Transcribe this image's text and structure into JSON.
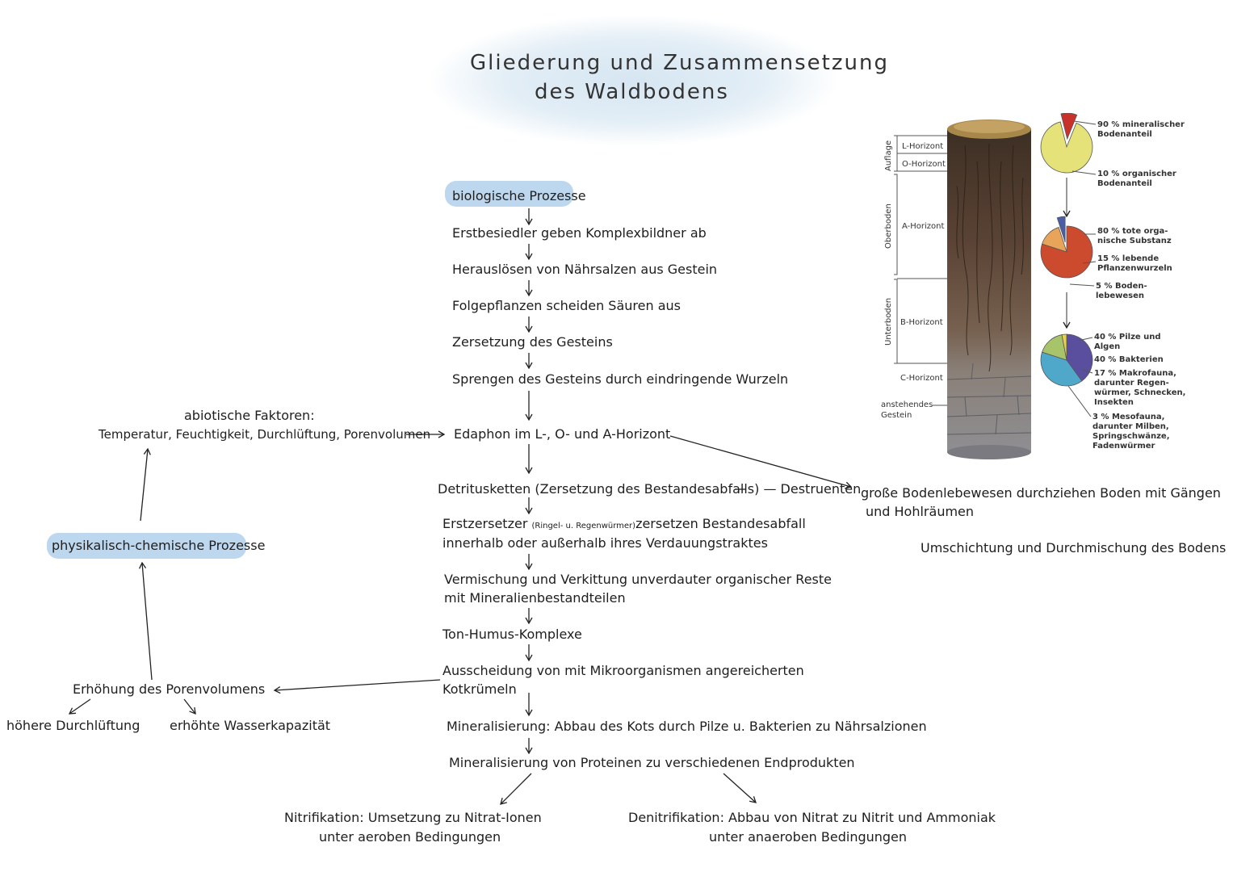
{
  "title": {
    "line1": "Gliederung und Zusammensetzung",
    "line2": "des Waldbodens"
  },
  "center": {
    "biologische": "biologische Prozesse",
    "steps": [
      "Erstbesiedler geben Komplexbildner ab",
      "Herauslösen von Nährsalzen aus Gestein",
      "Folgepflanzen scheiden Säuren aus",
      "Zersetzung des Gesteins",
      "Sprengen des Gesteins durch eindringende Wurzeln"
    ],
    "edaphon": "Edaphon im L-, O- und A-Horizont",
    "detritus": "Detritusketten (Zersetzung des Bestandesabfalls) — Destruenten",
    "erstzersetzer1_a": "Erstzersetzer",
    "erstzersetzer1_small": "(Ringel- u. Regenwürmer)",
    "erstzersetzer1_b": "zersetzen Bestandesabfall",
    "erstzersetzer2": "innerhalb oder außerhalb ihres Verdauungstraktes",
    "vermischung1": "Vermischung und Verkittung unverdauter organischer Reste",
    "vermischung2": "mit Mineralienbestandteilen",
    "tonhumus": "Ton-Humus-Komplexe",
    "ausscheidung1": "Ausscheidung von mit Mikroorganismen angereicherten",
    "ausscheidung2": "Kotkrümeln",
    "mineral1": "Mineralisierung: Abbau des Kots durch Pilze u. Bakterien zu Nährsalzionen",
    "mineral2": "Mineralisierung von Proteinen zu verschiedenen Endprodukten",
    "nitri1": "Nitrifikation: Umsetzung zu Nitrat-Ionen",
    "nitri2": "unter aeroben Bedingungen",
    "denitri1": "Denitrifikation: Abbau von Nitrat zu Nitrit und Ammoniak",
    "denitri2": "unter anaeroben Bedingungen"
  },
  "left": {
    "abiotisch": "abiotische Faktoren:",
    "abiotisch_list": "Temperatur, Feuchtigkeit, Durchlüftung, Porenvolumen",
    "physikalisch": "physikalisch-chemische Prozesse",
    "erhoehung": "Erhöhung des Porenvolumens",
    "durchlueftung": "höhere Durchlüftung",
    "wasser": "erhöhte Wasserkapazität"
  },
  "right": {
    "gross1": "große Bodenlebewesen durchziehen Boden mit Gängen",
    "gross2": "und Hohlräumen",
    "umschichtung": "Umschichtung und Durchmischung des Bodens"
  },
  "soil_figure": {
    "group_auflage": "Auflage",
    "group_oberboden": "Oberboden",
    "group_unterboden": "Unterboden",
    "horizons": [
      "L-Horizont",
      "O-Horizont",
      "A-Horizont",
      "B-Horizont",
      "C-Horizont"
    ],
    "gestein1": "anstehendes",
    "gestein2": "Gestein",
    "pie1": {
      "slices": [
        {
          "label1": "90 % mineralischer",
          "label2": "Bodenanteil",
          "value": 90,
          "color": "#e6e27a"
        },
        {
          "label1": "10 % organischer",
          "label2": "Bodenanteil",
          "value": 10,
          "color": "#c9322a"
        }
      ]
    },
    "pie2": {
      "slices": [
        {
          "label1": "80 % tote orga-",
          "label2": "nische Substanz",
          "value": 80,
          "color": "#cc4a2e"
        },
        {
          "label1": "15 % lebende",
          "label2": "Pflanzenwurzeln",
          "value": 15,
          "color": "#e8a55a"
        },
        {
          "label1": "5 % Boden-",
          "label2": "lebewesen",
          "value": 5,
          "color": "#4a5ea8"
        }
      ]
    },
    "pie3": {
      "slices": [
        {
          "label1": "40 % Pilze und",
          "label2": "Algen",
          "value": 40,
          "color": "#5a4f9e"
        },
        {
          "label1": "40 % Bakterien",
          "label2": "",
          "value": 40,
          "color": "#4fa7c9"
        },
        {
          "label1": "17 % Makrofauna,",
          "label2": "darunter Regen-",
          "label3": "würmer, Schnecken,",
          "label4": "Insekten",
          "value": 17,
          "color": "#a8c46a"
        },
        {
          "label1": "3 % Mesofauna,",
          "label2": "darunter Milben,",
          "label3": "Springschwänze,",
          "label4": "Fadenwürmer",
          "value": 3,
          "color": "#e6d24a"
        }
      ]
    }
  }
}
